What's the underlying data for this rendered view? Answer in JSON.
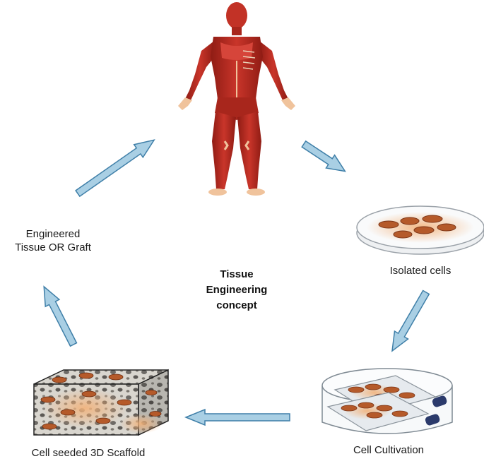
{
  "title": {
    "line1": "Tissue",
    "line2": "Engineering",
    "line3": "concept"
  },
  "nodes": {
    "human": {
      "icon": "human-body-anatomy-icon"
    },
    "isolated": {
      "label": "Isolated cells",
      "icon": "petri-dish-icon"
    },
    "cultivation": {
      "label": "Cell Cultivation",
      "icon": "culture-flasks-icon"
    },
    "scaffold": {
      "label": "Cell seeded 3D Scaffold",
      "icon": "scaffold-block-icon"
    },
    "engineered": {
      "line1": "Engineered",
      "line2": "Tissue OR Graft"
    }
  },
  "colors": {
    "arrow_fill": "#a9cfe4",
    "arrow_stroke": "#3f7fa8",
    "muscle": "#b5291e",
    "skin": "#f0c39c",
    "cell": "#b55a2a",
    "cell_glow": "#f2b27a"
  }
}
